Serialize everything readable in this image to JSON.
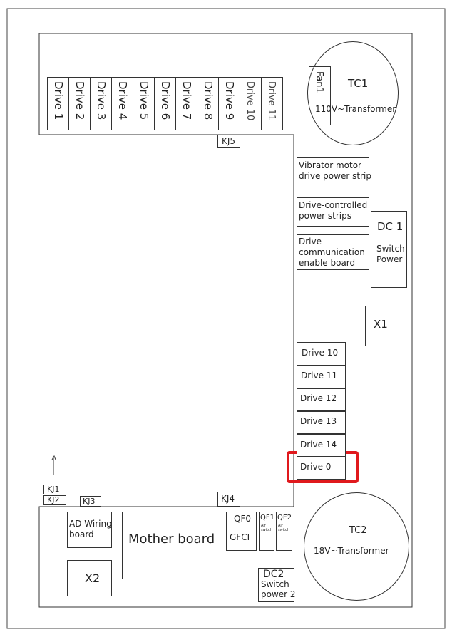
{
  "top_drives": [
    "Drive 1",
    "Drive 2",
    "Drive 3",
    "Drive 4",
    "Drive 5",
    "Drive 6",
    "Drive 7",
    "Drive 8",
    "Drive 9",
    "Drive 10",
    "Drive 11"
  ],
  "right_drives": [
    "Drive 10",
    "Drive 11",
    "Drive 12",
    "Drive 13",
    "Drive 14",
    "Drive 0"
  ],
  "highlight_color": "#e0191d",
  "tc1": {
    "title": "TC1",
    "subtitle": "110V~Transformer"
  },
  "fan": "Fan1",
  "kj5": "KJ5",
  "kj4": "KJ4",
  "kj1": "KJ1",
  "kj2": "KJ2",
  "kj3": "KJ3",
  "vibrator": [
    "Vibrator motor",
    "drive power strip"
  ],
  "drive_controlled": [
    "Drive-controlled",
    "power strips"
  ],
  "drive_comm": [
    "Drive",
    "communication",
    "enable board"
  ],
  "dc1": {
    "title": "DC 1",
    "line1": "Switch",
    "line2": "Power"
  },
  "x1": "X1",
  "x2": "X2",
  "ad_wiring": [
    "AD Wiring",
    "board"
  ],
  "mother_board": "Mother board",
  "qf0": {
    "code": "QF0",
    "label": "GFCI"
  },
  "qf1": {
    "code": "QF1",
    "label": [
      "Air",
      "switch"
    ]
  },
  "qf2": {
    "code": "QF2",
    "label": [
      "Air",
      "switch"
    ]
  },
  "tc2": {
    "title": "TC2",
    "subtitle": "18V~Transformer"
  },
  "dc2": {
    "title": "DC2",
    "line1": "Switch",
    "line2": "power 2"
  }
}
